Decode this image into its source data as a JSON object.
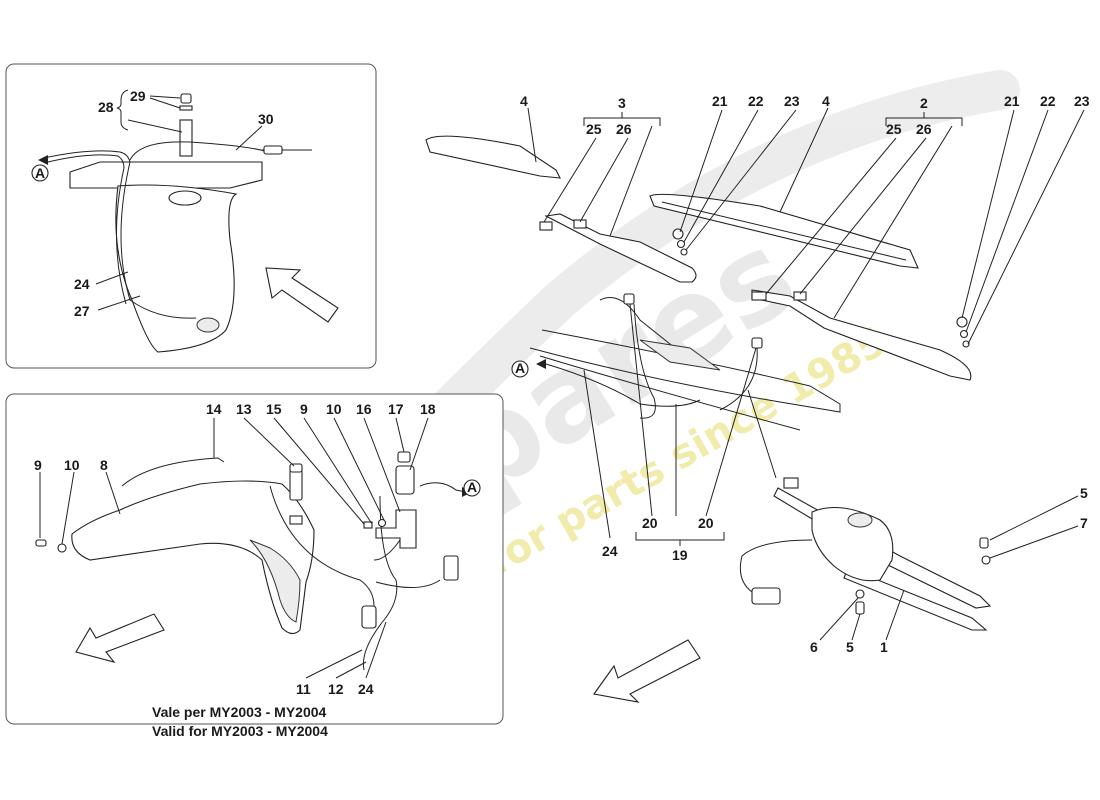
{
  "watermark": {
    "main": "eurospares",
    "tagline": "a passion for parts since 1985"
  },
  "top_left_inset": {
    "labels": [
      "28",
      "29",
      "30",
      "A",
      "24",
      "27"
    ]
  },
  "bottom_left_inset": {
    "labels": [
      "9",
      "10",
      "8",
      "14",
      "13",
      "15",
      "9",
      "10",
      "16",
      "17",
      "18",
      "A",
      "11",
      "12",
      "24"
    ],
    "note_it": "Vale per MY2003 - MY2004",
    "note_en": "Valid for MY2003 - MY2004"
  },
  "main_diagram": {
    "labels": [
      "4",
      "3",
      "25",
      "26",
      "21",
      "22",
      "23",
      "4",
      "2",
      "25",
      "26",
      "21",
      "22",
      "23",
      "A",
      "24",
      "20",
      "19",
      "20",
      "5",
      "7",
      "6",
      "5",
      "1"
    ]
  }
}
